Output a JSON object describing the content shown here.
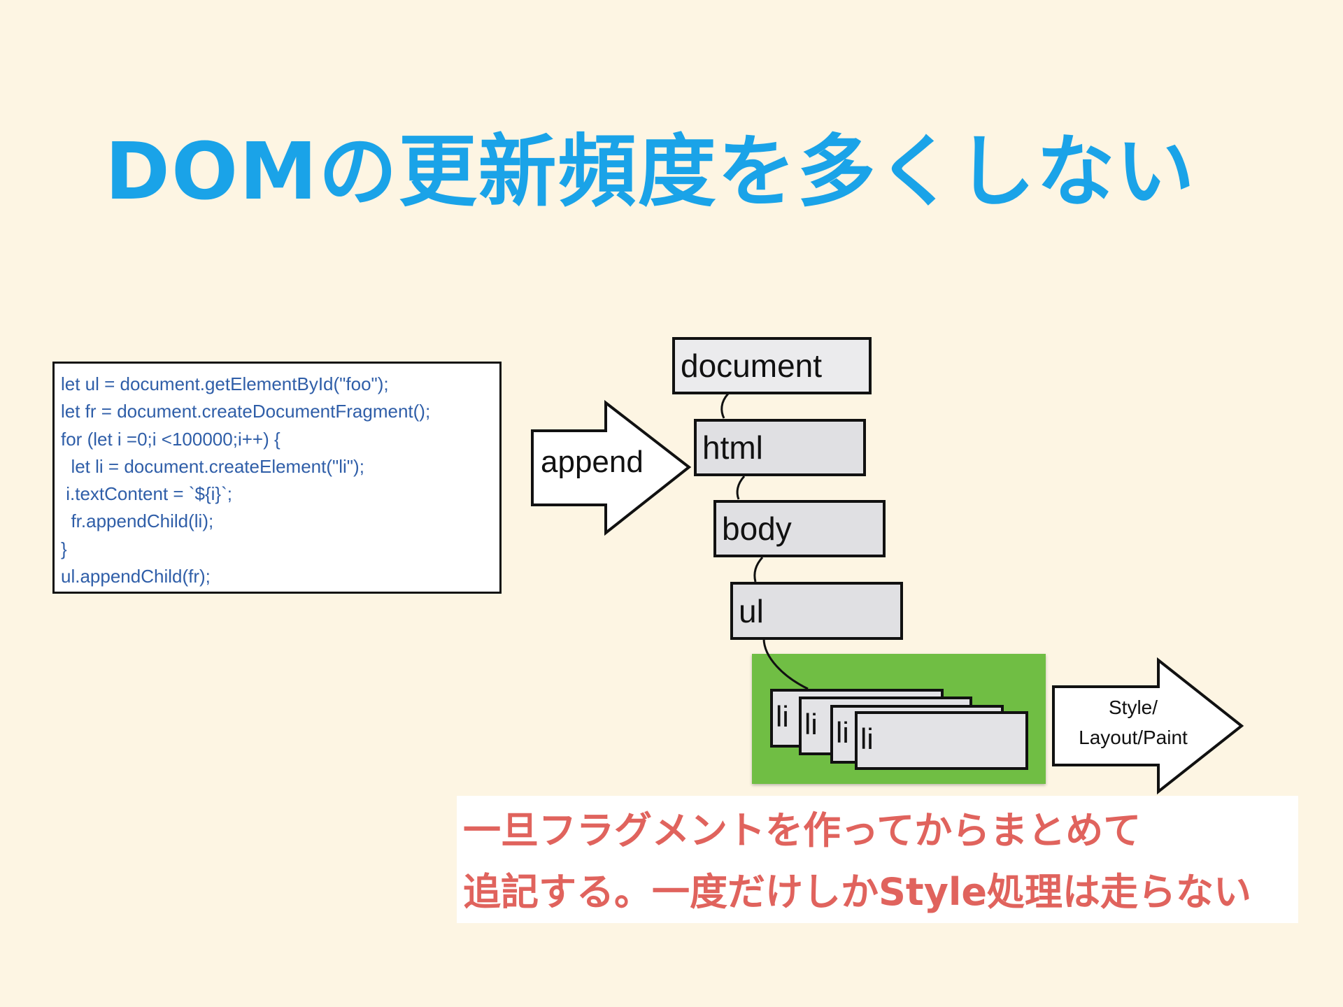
{
  "title": "DOMの更新頻度を多くしない",
  "code": {
    "lines": [
      "let ul = document.getElementById(\"foo\");",
      "let fr = document.createDocumentFragment();",
      "for (let i =0;i <100000;i++) {",
      "  let li = document.createElement(\"li\");",
      " i.textContent = `${i}`;",
      "  fr.appendChild(li);",
      "}",
      "ul.appendChild(fr);"
    ]
  },
  "append_arrow": {
    "label": "append"
  },
  "tree": {
    "document": "document",
    "html": "html",
    "body": "body",
    "ul": "ul",
    "li_items": [
      "li",
      "li",
      "li",
      "li"
    ]
  },
  "style_arrow": {
    "line1": "Style/",
    "line2": "Layout/Paint"
  },
  "note": {
    "line1": "一旦フラグメントを作ってからまとめて",
    "line2": "追記する。一度だけしかStyle処理は走らない"
  },
  "colors": {
    "title": "#1aa3e8",
    "code_text": "#2f5ea8",
    "background": "#fdf5e3",
    "highlight_green": "#70be44",
    "note_text": "#e0635d",
    "node_fill": "#e0e0e3"
  }
}
